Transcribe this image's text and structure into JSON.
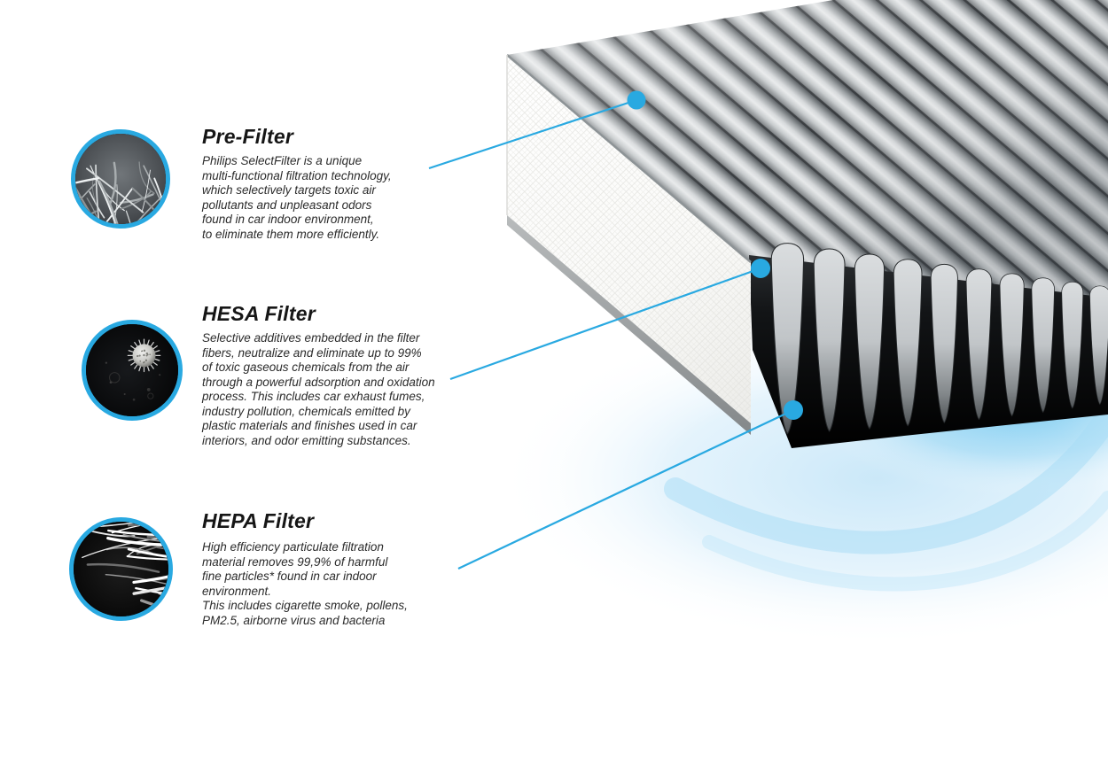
{
  "accent_color": "#29a9e1",
  "glow_color": "#bfe3f6",
  "illustration": {
    "name": "pleated-cabin-air-filter-render",
    "callout_dots": 3
  },
  "sections": [
    {
      "title": "Pre-Filter",
      "icon": "prefilter-fiber-micrograph",
      "body": "Philips SelectFilter is a unique\nmulti-functional filtration technology,\nwhich selectively targets toxic air\npollutants and unpleasant odors\nfound in car indoor environment,\nto eliminate them more efficiently."
    },
    {
      "title": "HESA Filter",
      "icon": "hesa-pollen-micrograph",
      "body": "Selective additives embedded in the filter\nfibers, neutralize and eliminate up to 99%\nof  toxic gaseous chemicals from the air\nthrough a powerful adsorption and oxidation\nprocess. This includes car exhaust fumes,\nindustry pollution, chemicals emitted by\nplastic materials and finishes used in car\ninteriors, and odor emitting substances."
    },
    {
      "title": "HEPA Filter",
      "icon": "hepa-fiber-micrograph",
      "body": "High efficiency particulate filtration\nmaterial removes 99,9% of harmful\nfine particles* found in car indoor\nenvironment.\nThis includes cigarette smoke, pollens,\nPM2.5, airborne virus and bacteria"
    }
  ]
}
